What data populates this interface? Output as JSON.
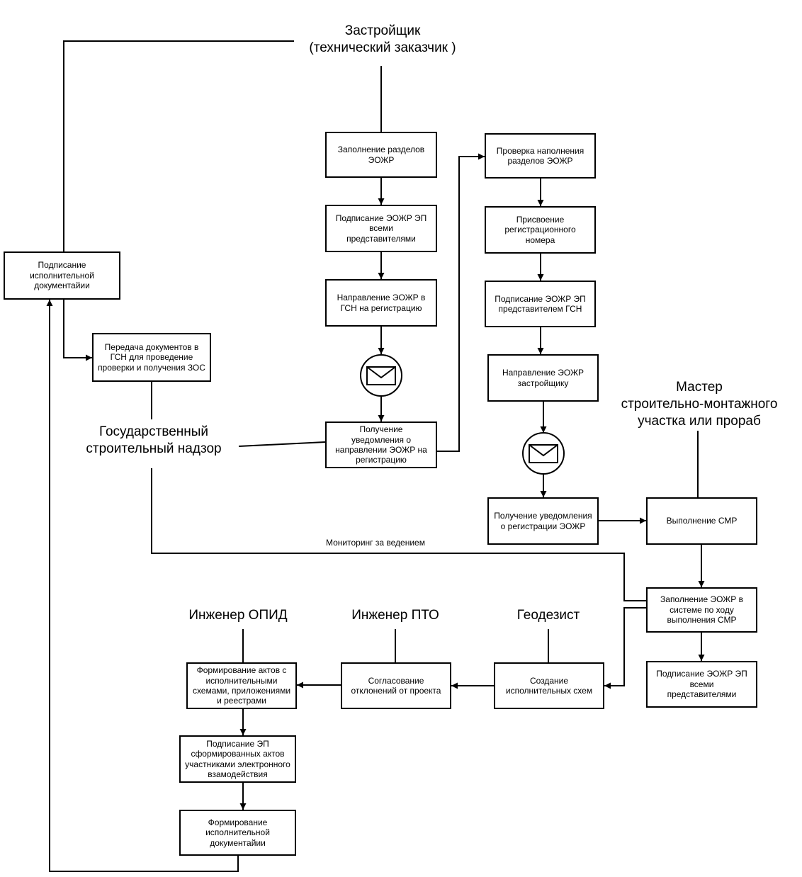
{
  "actors": {
    "developer": "Застройщик\n(технический заказчик )",
    "gsn": "Государственный\nстроительный надзор",
    "master": "Мастер\nстроительно-монтажного\nучастка или прораб",
    "geodesist": "Геодезист",
    "pto": "Инженер ПТО",
    "opid": "Инженер ОПИД"
  },
  "boxes": {
    "sign_exec_doc": "Подписание\nисполнительной\nдокументайии",
    "transfer_docs": "Передача документов  в\nГСН для проведение\nпроверки и получения ЗОС",
    "fill_sections": "Заполнение разделов\nЭОЖР",
    "sign_all_1": "Подписание ЭОЖР ЭП\nвсеми\nпредставителями",
    "send_gsn": "Направление ЭОЖР в\nГСН на регистрацию",
    "receive_notice": "Получение\nуведомления о\nнаправлении ЭОЖР на\nрегистрацию",
    "check_sections": "Проверка наполнения\nразделов ЭОЖР",
    "assign_number": "Присвоение\nрегистрационного\nномера",
    "sign_gsn": "Подписание ЭОЖР ЭП\nпредставителем ГСН",
    "send_developer": "Направление ЭОЖР\nзастройщику",
    "receive_registration": "Получение уведомления\nо регистрации ЭОЖР",
    "perform_smr": "Выполнение СМР",
    "fill_eozhr": "Заполнение ЭОЖР в\nсистеме по ходу\nвыполнения СМР",
    "sign_all_2": "Подписание ЭОЖР ЭП\nвсеми\nпредставителями",
    "create_schemes": "Создание\nисполнительных схем",
    "agree_deviations": "Согласование\nотклонений от проекта",
    "form_acts": "Формирование актов с\nисполнительными\nсхемами, приложениями\nи реестрами",
    "sign_acts": "Подписание ЭП\nсформированных актов\nучастниками электронного\nвзамодействия",
    "form_exec_doc": "Формирование\nисполнительной\nдокументайии"
  },
  "labels": {
    "monitoring": "Мониторинг за ведением"
  }
}
